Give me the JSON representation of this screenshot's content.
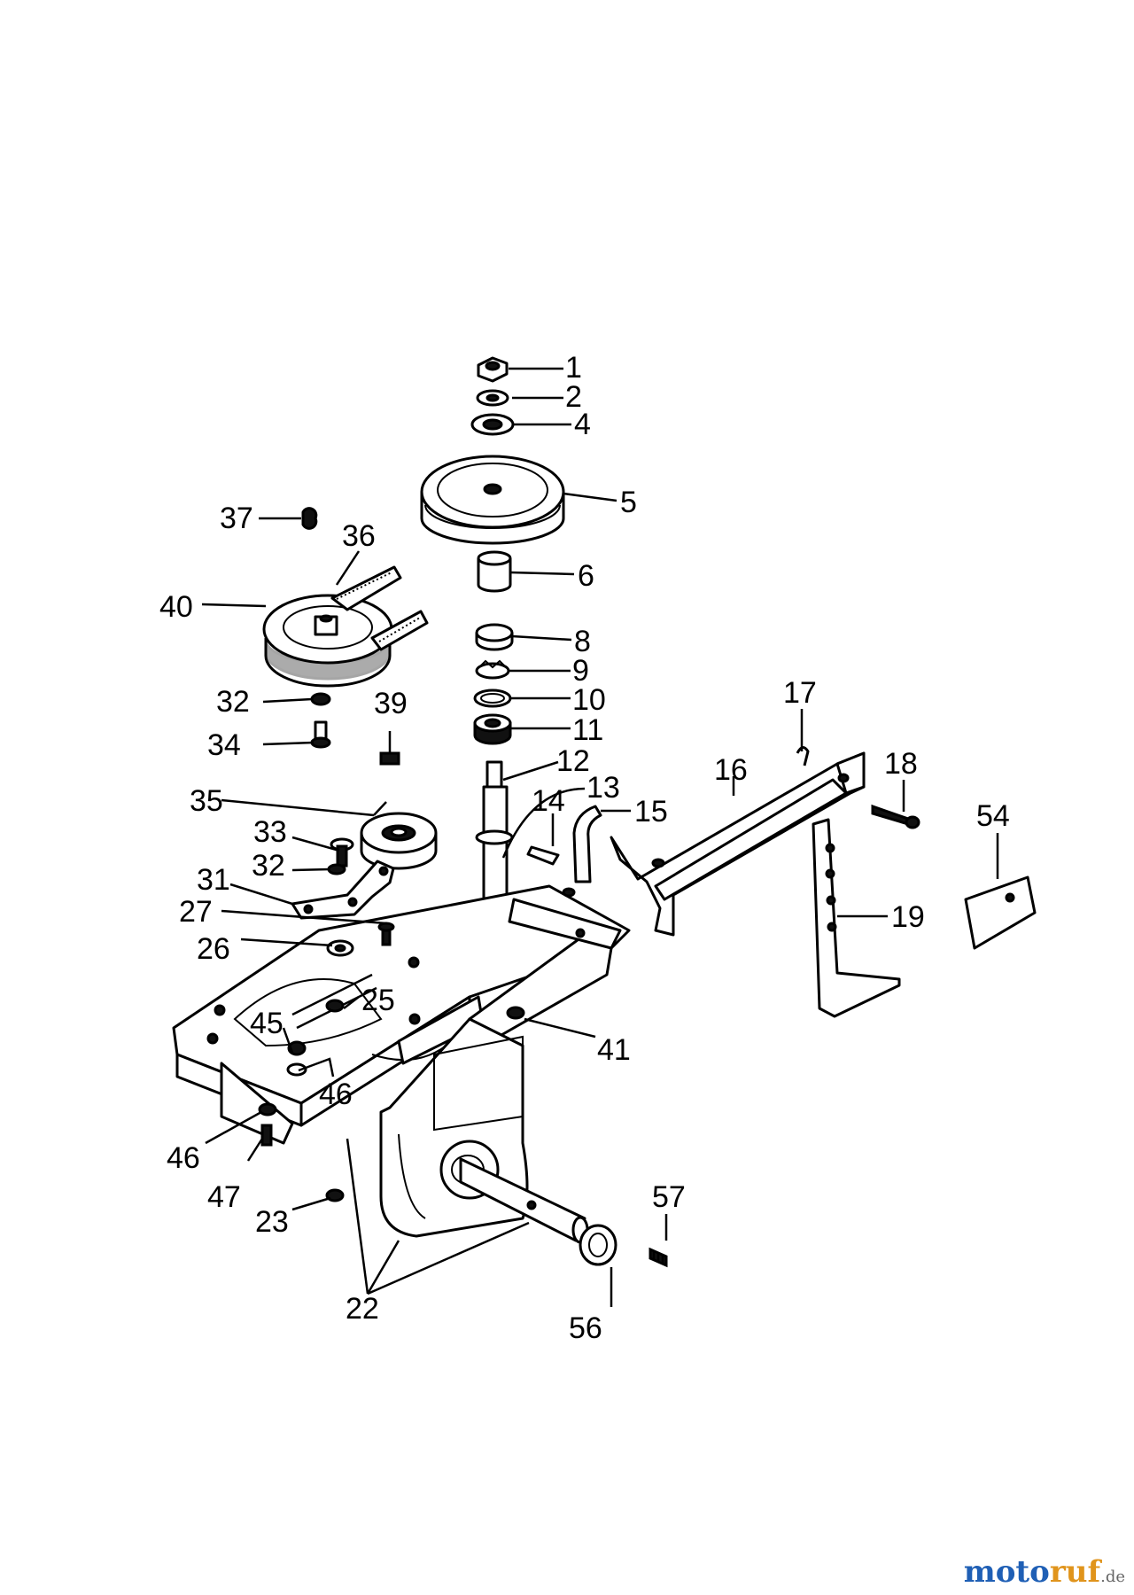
{
  "labels": {
    "l1": "1",
    "l2": "2",
    "l4": "4",
    "l5": "5",
    "l6": "6",
    "l8": "8",
    "l9": "9",
    "l10": "10",
    "l11": "11",
    "l12": "12",
    "l13": "13",
    "l14": "14",
    "l15": "15",
    "l16": "16",
    "l17": "17",
    "l18": "18",
    "l19": "19",
    "l22": "22",
    "l23": "23",
    "l25": "25",
    "l26": "26",
    "l27": "27",
    "l31": "31",
    "l32a": "32",
    "l32b": "32",
    "l33": "33",
    "l34": "34",
    "l35": "35",
    "l36": "36",
    "l37": "37",
    "l39": "39",
    "l40": "40",
    "l41": "41",
    "l45": "45",
    "l46a": "46",
    "l46b": "46",
    "l47": "47",
    "l54": "54",
    "l56": "56",
    "l57": "57"
  },
  "watermark": {
    "part1": "moto",
    "part2": "ruf",
    "part3": ".de"
  }
}
